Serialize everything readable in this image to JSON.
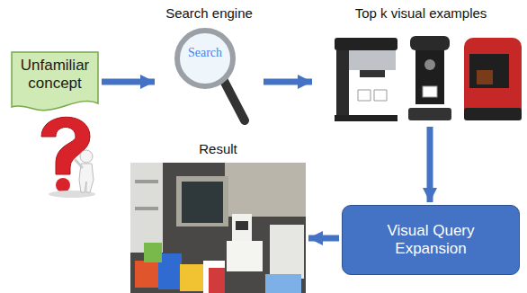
{
  "diagram": {
    "nodes": [
      {
        "text": [
          "Unfamiliar concept"
        ]
      },
      {
        "text": [
          "Search engine",
          "Search"
        ]
      },
      {
        "text": [
          "Top k visual examples"
        ]
      },
      {
        "text": [
          "Visual Query Expansion"
        ]
      },
      {
        "text": [
          "Result"
        ]
      }
    ],
    "edges": [
      {
        "from": 0,
        "to": 1,
        "arrow": "to"
      },
      {
        "from": 1,
        "to": 2,
        "arrow": "to"
      },
      {
        "from": 2,
        "to": 3,
        "arrow": "to"
      },
      {
        "from": 3,
        "to": 4,
        "arrow": "to"
      }
    ]
  }
}
